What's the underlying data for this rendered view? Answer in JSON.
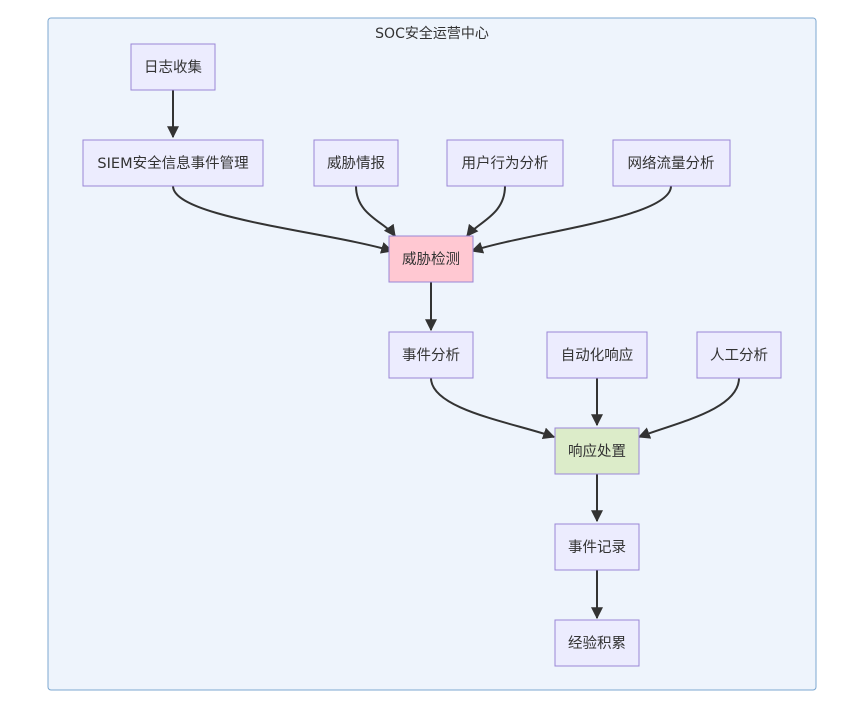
{
  "cluster": {
    "title": "SOC安全运营中心"
  },
  "colors": {
    "cluster_fill": "#eef4fc",
    "cluster_stroke": "#7ca7d0",
    "node_default_fill": "#ececfe",
    "node_default_stroke": "#9a86d6",
    "detect_fill": "#ffc8d2",
    "detect_stroke": "#d89aa6",
    "respond_fill": "#dcecc9",
    "respond_stroke": "#9a86d6",
    "edge": "#333333"
  },
  "nodes": {
    "log_collect": "日志收集",
    "siem": "SIEM安全信息事件管理",
    "threat_intel": "威胁情报",
    "ueba": "用户行为分析",
    "ntа": "",
    "network_traffic": "网络流量分析",
    "threat_detect": "威胁检测",
    "incident_analysis": "事件分析",
    "auto_response": "自动化响应",
    "manual_analysis": "人工分析",
    "response": "响应处置",
    "incident_record": "事件记录",
    "experience": "经验积累"
  },
  "edges": [
    {
      "from": "log_collect",
      "to": "siem"
    },
    {
      "from": "siem",
      "to": "threat_detect"
    },
    {
      "from": "threat_intel",
      "to": "threat_detect"
    },
    {
      "from": "ueba",
      "to": "threat_detect"
    },
    {
      "from": "network_traffic",
      "to": "threat_detect"
    },
    {
      "from": "threat_detect",
      "to": "incident_analysis"
    },
    {
      "from": "incident_analysis",
      "to": "response"
    },
    {
      "from": "auto_response",
      "to": "response"
    },
    {
      "from": "manual_analysis",
      "to": "response"
    },
    {
      "from": "response",
      "to": "incident_record"
    },
    {
      "from": "incident_record",
      "to": "experience"
    }
  ]
}
